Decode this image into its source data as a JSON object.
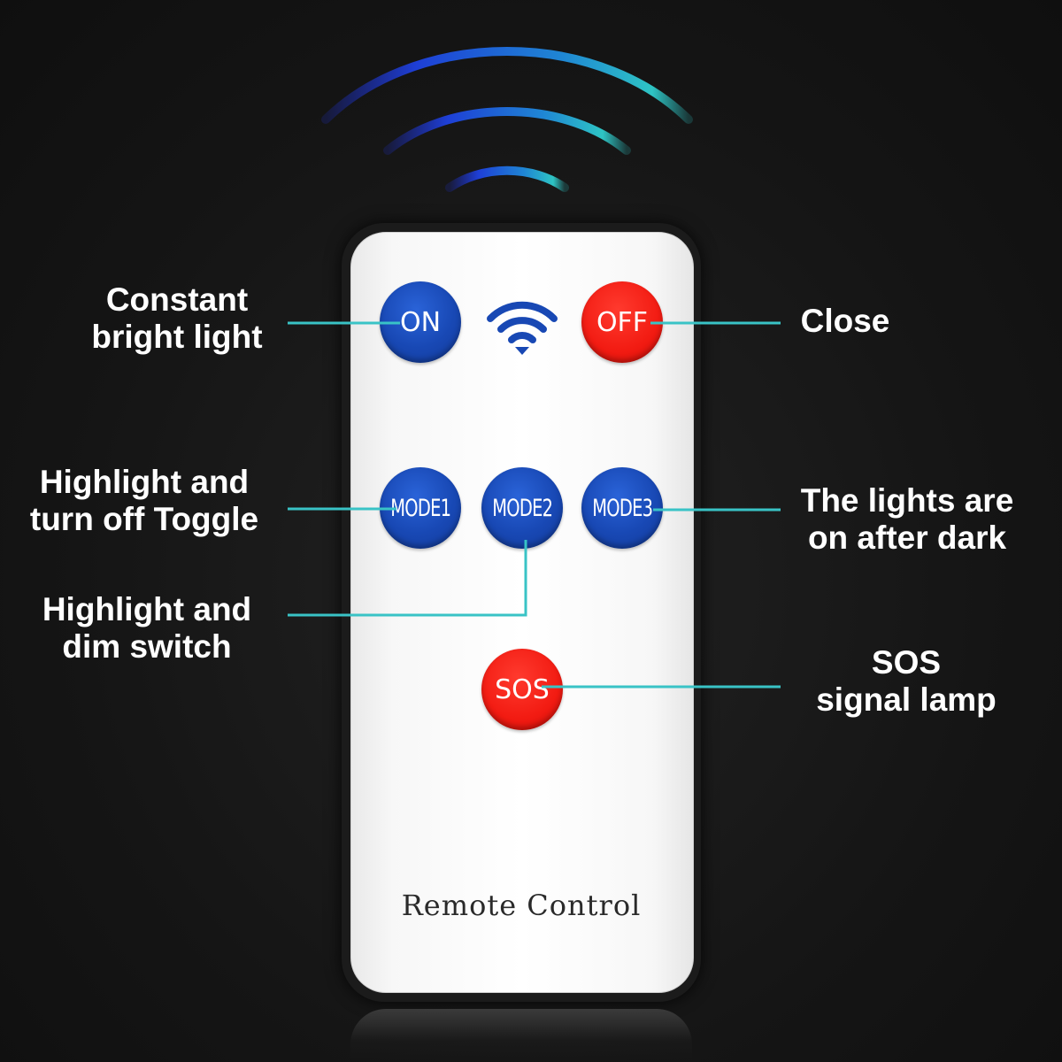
{
  "remote": {
    "title": "Remote Control",
    "buttons": {
      "on": "ON",
      "off": "OFF",
      "mode1": "MODE1",
      "mode2": "MODE2",
      "mode3": "MODE3",
      "sos": "SOS"
    },
    "center_icon": "wifi-icon"
  },
  "labels": {
    "on": [
      "Constant",
      "bright light"
    ],
    "off": [
      "Close"
    ],
    "mode1": [
      "Highlight and",
      "turn off Toggle"
    ],
    "mode2": [
      "Highlight and",
      "dim switch"
    ],
    "mode3": [
      "The lights are",
      "on after dark"
    ],
    "sos": [
      "SOS",
      "signal lamp"
    ]
  },
  "colors": {
    "background": "#161616",
    "button_blue": "#1848b4",
    "button_red": "#f21b12",
    "callout_line": "#39c3c6",
    "signal_blue": "#1e3fd6",
    "signal_cyan": "#2ec4c4"
  }
}
